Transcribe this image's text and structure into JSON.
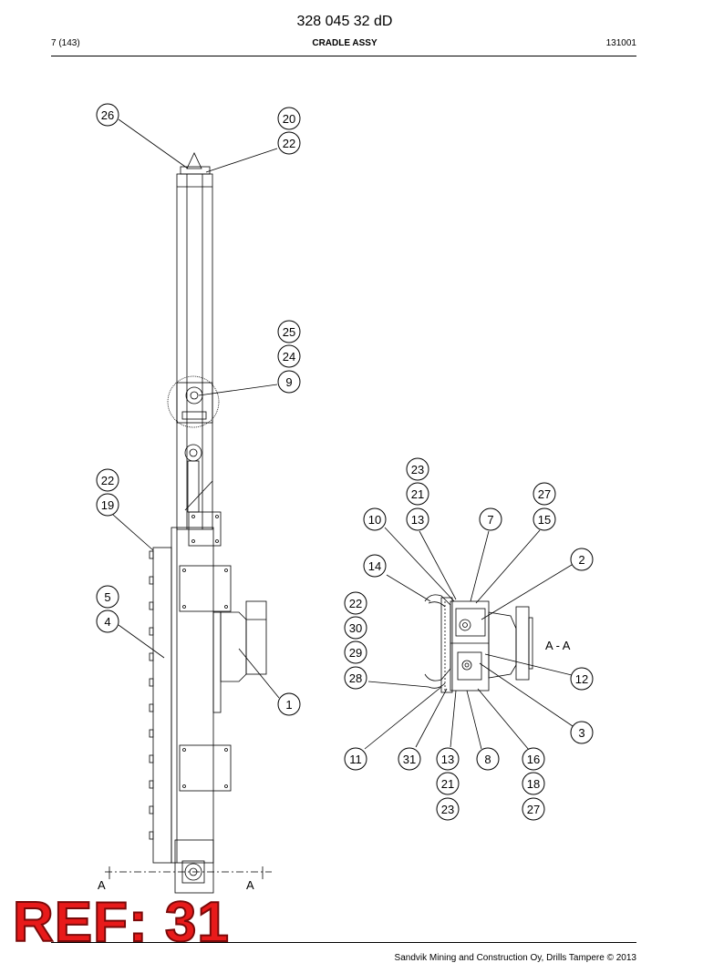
{
  "header": {
    "doc_number": "328 045 32 dD",
    "page": "7 (143)",
    "title": "CRADLE ASSY",
    "code": "131001"
  },
  "footer": {
    "copyright": "Sandvik Mining and Construction Oy, Drills Tampere © 2013"
  },
  "stamp": {
    "text": "REF: 31",
    "color": "#e81a1a"
  },
  "section": {
    "view_label": "A - A",
    "cut_left": "A",
    "cut_right": "A"
  },
  "callouts": {
    "c26": "26",
    "c20": "20",
    "c22a": "22",
    "c25": "25",
    "c24": "24",
    "c9": "9",
    "c22b": "22",
    "c19": "19",
    "c5": "5",
    "c4": "4",
    "c1": "1",
    "c23a": "23",
    "c21a": "21",
    "c10": "10",
    "c13a": "13",
    "c7": "7",
    "c27a": "27",
    "c15": "15",
    "c14": "14",
    "c2": "2",
    "c22c": "22",
    "c30": "30",
    "c29": "29",
    "c28": "28",
    "c12": "12",
    "c3": "3",
    "c11": "11",
    "c31": "31",
    "c13b": "13",
    "c8": "8",
    "c21b": "21",
    "c23b": "23",
    "c16": "16",
    "c18": "18",
    "c27b": "27"
  }
}
